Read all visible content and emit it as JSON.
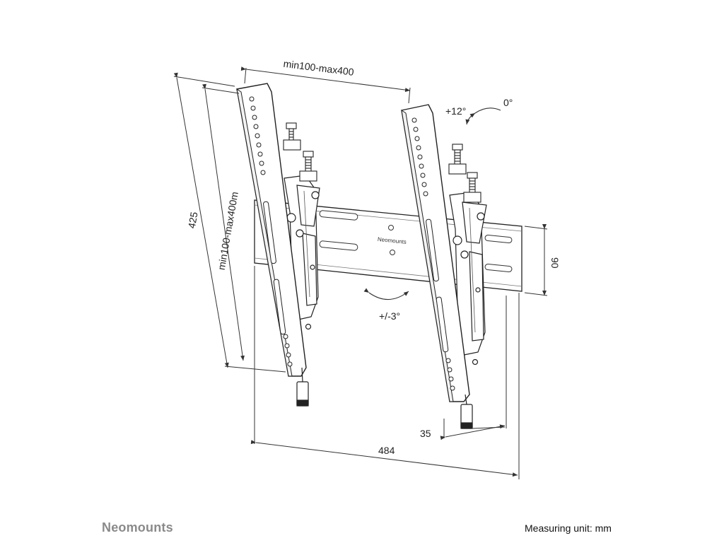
{
  "dimensions": {
    "vesa_horizontal": "min100-max400",
    "vesa_vertical": "min100-max400m",
    "height": "425",
    "depth": "90",
    "width": "484",
    "wall_distance": "35"
  },
  "tilt": {
    "up": "+12°",
    "neutral": "0°",
    "level_adjust": "+/-3°"
  },
  "product": {
    "plate_brand": "Neomounts"
  },
  "footer": {
    "brand": "Neomounts",
    "unit_note": "Measuring unit: mm"
  }
}
